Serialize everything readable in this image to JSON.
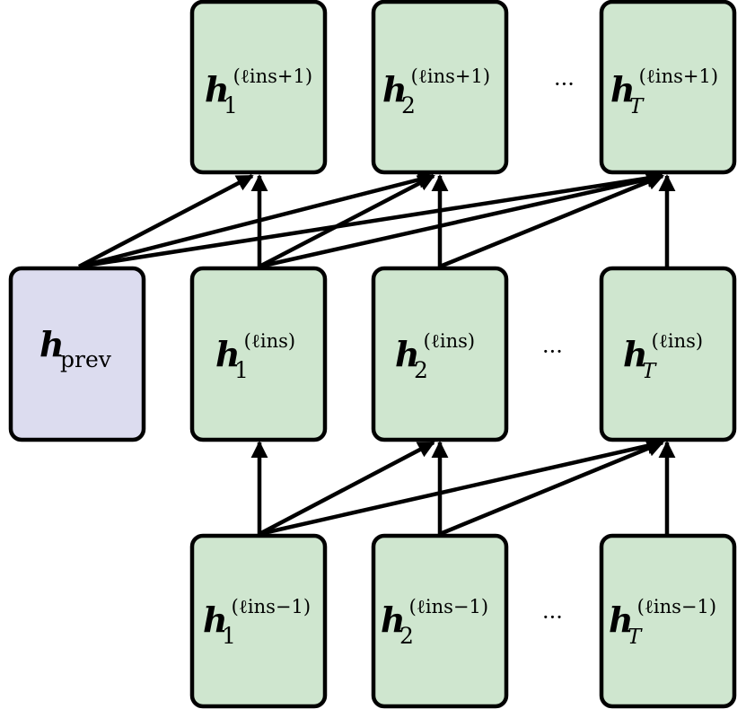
{
  "nodes": {
    "prev": {
      "base": "h",
      "sub": "prev"
    },
    "top": [
      {
        "base": "h",
        "sub": "1",
        "sup": "(ℓins+1)"
      },
      {
        "base": "h",
        "sub": "2",
        "sup": "(ℓins+1)"
      },
      {
        "base": "h",
        "sub": "T",
        "sup": "(ℓins+1)"
      }
    ],
    "mid": [
      {
        "base": "h",
        "sub": "1",
        "sup": "(ℓins)"
      },
      {
        "base": "h",
        "sub": "2",
        "sup": "(ℓins)"
      },
      {
        "base": "h",
        "sub": "T",
        "sup": "(ℓins)"
      }
    ],
    "bot": [
      {
        "base": "h",
        "sub": "1",
        "sup": "(ℓins−1)"
      },
      {
        "base": "h",
        "sub": "2",
        "sup": "(ℓins−1)"
      },
      {
        "base": "h",
        "sub": "T",
        "sup": "(ℓins−1)"
      }
    ]
  },
  "ellipsis": "···",
  "colors": {
    "hidden_state_fill": "#cfe6cf",
    "prev_state_fill": "#dcdcef",
    "stroke": "#000000"
  }
}
